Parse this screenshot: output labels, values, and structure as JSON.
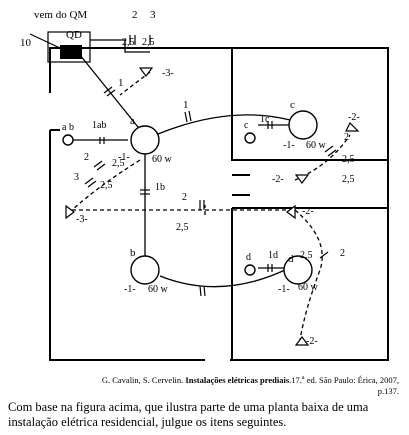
{
  "diagram": {
    "labels": {
      "from_meter": "vem do QM",
      "panel": "QD",
      "circuit_10": "10",
      "top_2": "2",
      "top_3": "3",
      "top_25a": "2,5",
      "top_25b": "2,5",
      "dot": "•",
      "minus3_top": "-3-",
      "minus3_left": "-3-",
      "minus2_right_top": "-2-",
      "minus2_mid_left": "-2-",
      "minus2_mid_right": "-2-",
      "minus2_bottom": "-2-",
      "one_top": "1",
      "one_mid": "1",
      "one_a": "-1-",
      "one_b": "-1-",
      "one_c": "-1-",
      "one_d": "-1-",
      "a": "a",
      "b": "b",
      "c": "c",
      "d": "d",
      "ab": "a b",
      "one_ab": "1ab",
      "one_b_label": "1b",
      "one_c_label": "1c",
      "one_d_label": "1d",
      "w60_a": "60 w",
      "w60_b": "60 w",
      "w60_c": "60 w",
      "w60_d": "60 w",
      "two_left": "2",
      "two_right": "2",
      "two_mid": "2",
      "three_left": "3",
      "v25_1": "2,5",
      "v25_2": "2,5",
      "v25_3": "2,5",
      "v25_4": "2,5",
      "v25_5": "2,5",
      "v25_6": "2,5",
      "v25_7": "2,5"
    }
  },
  "source": {
    "authors": "G. Cavalin, S. Cervelin.",
    "title": "Instalações elétricas prediais",
    "edition": ".17.",
    "edition_sup": "a",
    "rest": "ed. São Paulo: Érica, 2007, p.137."
  },
  "body_text": "Com base na figura acima, que ilustra parte de uma planta baixa de uma instalação elétrica residencial, julgue os itens seguintes."
}
